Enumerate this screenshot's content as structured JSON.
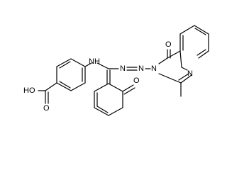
{
  "molecule": {
    "atoms": {
      "nh": "NH",
      "n_a": "N",
      "n_b": "N",
      "n_ring": "N",
      "n_pyr": "N",
      "o_carbonyl": "O",
      "o_ketone": "O",
      "ho": "HO",
      "o_acid": "O"
    }
  }
}
